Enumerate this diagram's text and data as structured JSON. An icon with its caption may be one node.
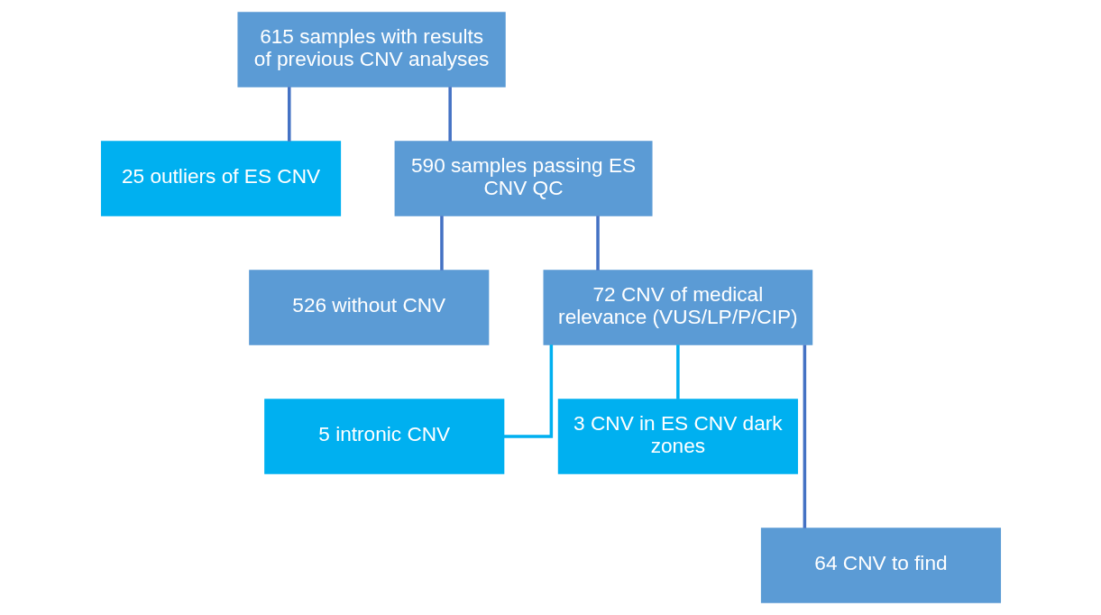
{
  "diagram": {
    "nodes": [
      {
        "text": [
          "615 samples with results of previous CNV analyses"
        ]
      },
      {
        "text": [
          "25 outliers of ES CNV"
        ]
      },
      {
        "text": [
          "590 samples passing ES CNV QC"
        ]
      },
      {
        "text": [
          "526 without CNV"
        ]
      },
      {
        "text": [
          "72 CNV of medical relevance (VUS/LP/P/CIP)"
        ]
      },
      {
        "text": [
          "5 intronic CNV"
        ]
      },
      {
        "text": [
          "3 CNV in ES CNV dark zones"
        ]
      },
      {
        "text": [
          "64 CNV to find"
        ]
      }
    ],
    "edges": [
      {
        "from": 0,
        "to": 1,
        "arrow": "none"
      },
      {
        "from": 0,
        "to": 2,
        "arrow": "none"
      },
      {
        "from": 2,
        "to": 3,
        "arrow": "none"
      },
      {
        "from": 2,
        "to": 4,
        "arrow": "none"
      },
      {
        "from": 4,
        "to": 5,
        "arrow": "none",
        "color": "#00b0f0"
      },
      {
        "from": 4,
        "to": 6,
        "arrow": "none",
        "color": "#00b0f0"
      },
      {
        "from": 4,
        "to": 7,
        "arrow": "none"
      }
    ]
  }
}
